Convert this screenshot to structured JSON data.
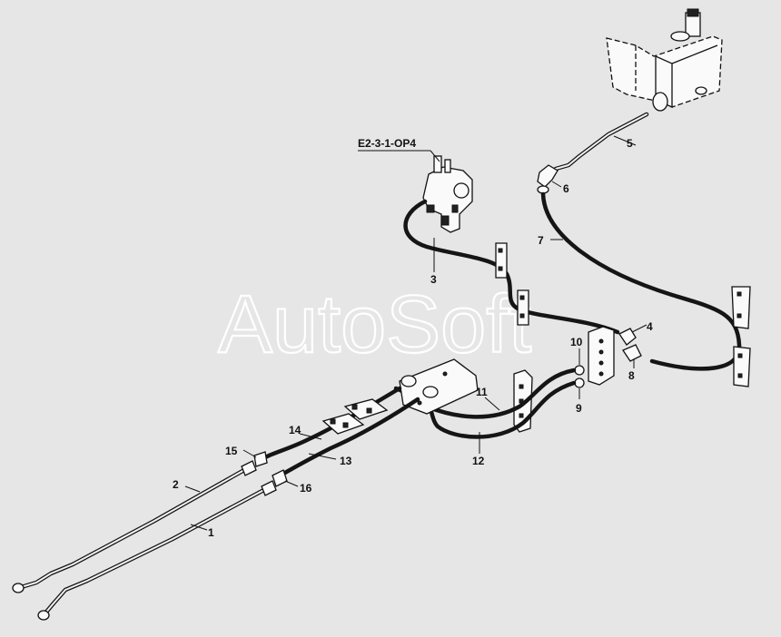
{
  "watermark": "AutoSoft",
  "reference": "E2-3-1-OP4",
  "callouts": {
    "c1": "1",
    "c2": "2",
    "c3": "3",
    "c4": "4",
    "c5": "5",
    "c6": "6",
    "c7": "7",
    "c8": "8",
    "c9": "9",
    "c10": "10",
    "c11": "11",
    "c12": "12",
    "c13": "13",
    "c14": "14",
    "c15": "15",
    "c16": "16"
  }
}
